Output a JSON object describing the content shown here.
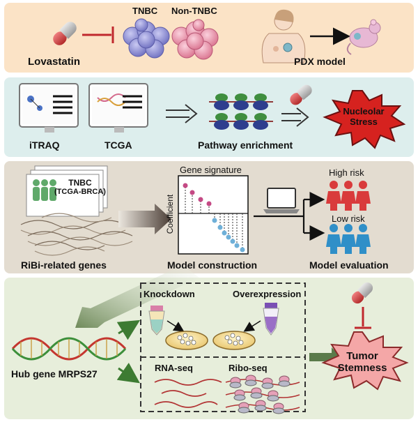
{
  "panel1": {
    "drug": "Lovastatin",
    "cell_tnbc": "TNBC",
    "cell_non_tnbc": "Non-TNBC",
    "model": "PDX model"
  },
  "panel2": {
    "method1": "iTRAQ",
    "method2": "TCGA",
    "enrichment": "Pathway enrichment",
    "stress_line1": "Nucleolar",
    "stress_line2": "Stress"
  },
  "panel3": {
    "cohort_line1": "TNBC",
    "cohort_line2": "(TCGA-BRCA)",
    "genes": "RiBi-related genes",
    "signature_title": "Gene signature",
    "coef_axis": "Coefficient",
    "construction": "Model construction",
    "high": "High risk",
    "low": "Low risk",
    "evaluation": "Model evaluation"
  },
  "panel4": {
    "hub": "Hub gene MRPS27",
    "kd": "Knockdown",
    "oe": "Overexpression",
    "rna": "RNA-seq",
    "ribo": "Ribo-seq",
    "tumor_line1": "Tumor",
    "tumor_line2": "Stemness"
  },
  "colors": {
    "p1_bg": "#fbe3c6",
    "p2_bg": "#ddeeed",
    "p3_bg": "#e3dcd0",
    "p4_bg": "#e7eedb",
    "inhibit": "#c0282d",
    "star": "#d6221f",
    "green_arrow": "#3d7b32",
    "tnbc_cells": "#8e8fd3",
    "non_tnbc_cells": "#e79ab0",
    "high_risk": "#d93b3b",
    "low_risk": "#2f8fc8"
  }
}
